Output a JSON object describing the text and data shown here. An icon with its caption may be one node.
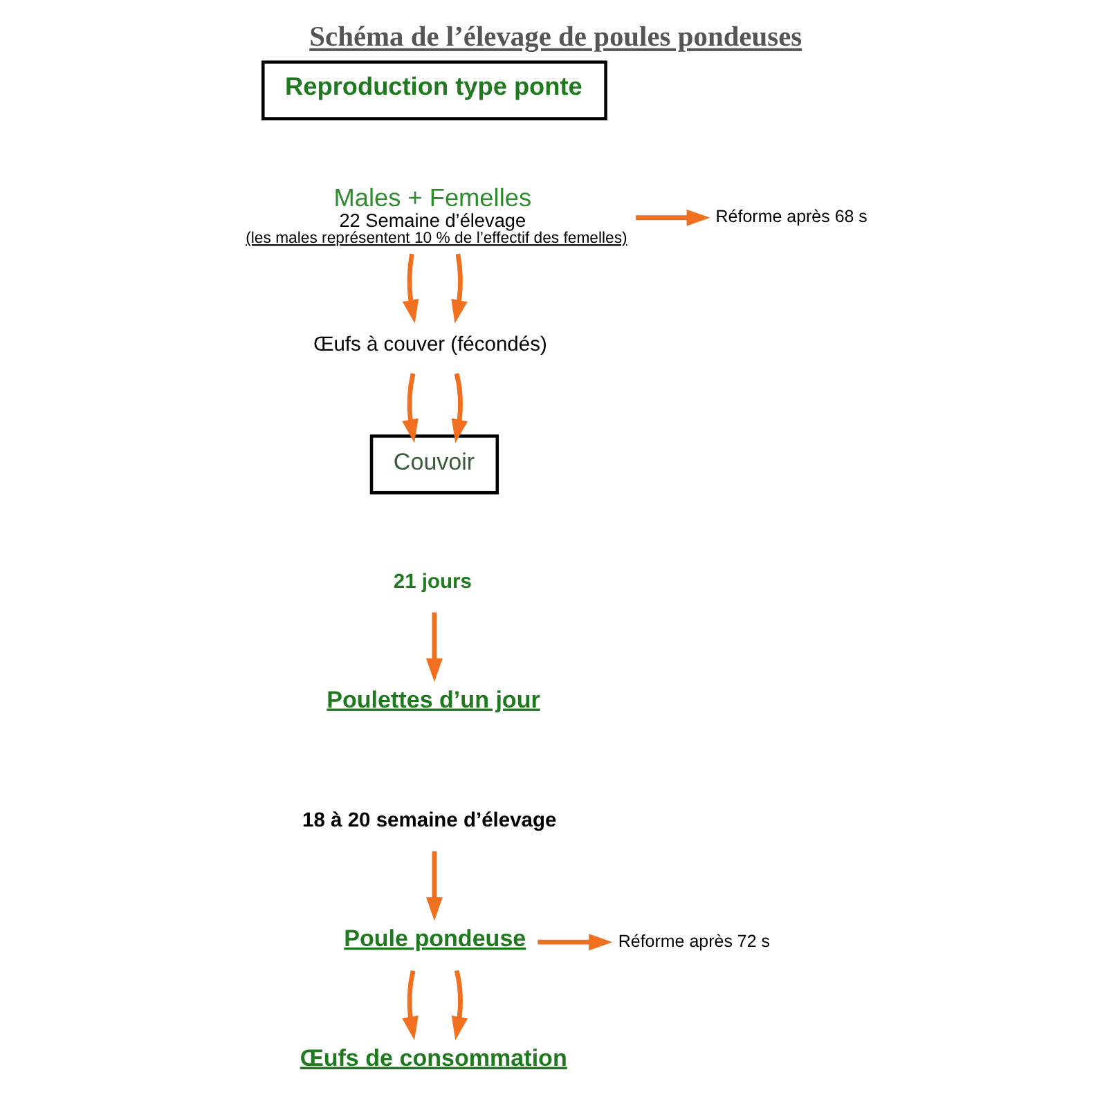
{
  "diagram": {
    "title": "Schéma de l’élevage de poules pondeuses",
    "nodes": [
      {
        "text": [
          "Reproduction type ponte"
        ]
      },
      {
        "text": [
          "Males + Femelles",
          "22 Semaine d’élevage",
          "(les males représentent 10 % de l’effectif des femelles)"
        ]
      },
      {
        "text": [
          "Réforme après 68 s"
        ]
      },
      {
        "text": [
          "Œufs à couver (fécondés)"
        ]
      },
      {
        "text": [
          "Couvoir"
        ]
      },
      {
        "text": [
          "21 jours"
        ]
      },
      {
        "text": [
          "Poulettes d’un jour"
        ]
      },
      {
        "text": [
          "18 à 20 semaine d’élevage"
        ]
      },
      {
        "text": [
          "Poule pondeuse"
        ]
      },
      {
        "text": [
          "Réforme après 72 s"
        ]
      },
      {
        "text": [
          "Œufs de consommation"
        ]
      }
    ],
    "edges": [
      {
        "from": 1,
        "to": 2,
        "arrow": "to"
      },
      {
        "from": 1,
        "to": 3,
        "arrow": "to"
      },
      {
        "from": 1,
        "to": 3,
        "arrow": "to"
      },
      {
        "from": 3,
        "to": 4,
        "arrow": "to"
      },
      {
        "from": 3,
        "to": 4,
        "arrow": "to"
      },
      {
        "from": 5,
        "to": 6,
        "arrow": "to"
      },
      {
        "from": 7,
        "to": 8,
        "arrow": "to"
      },
      {
        "from": 8,
        "to": 9,
        "arrow": "to"
      },
      {
        "from": 8,
        "to": 10,
        "arrow": "to"
      },
      {
        "from": 8,
        "to": 10,
        "arrow": "to"
      }
    ]
  }
}
